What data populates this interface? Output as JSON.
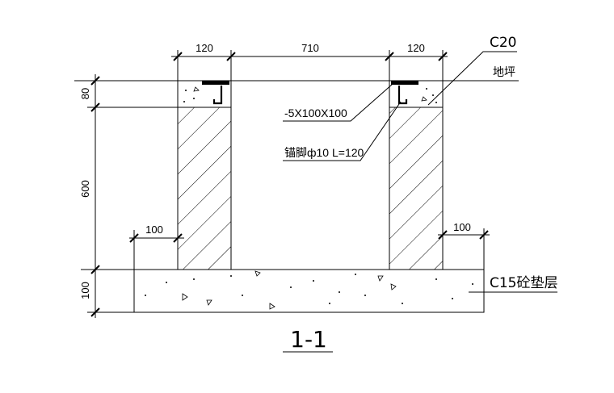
{
  "dimensions": {
    "top_left_width": "120",
    "top_middle_width": "710",
    "top_right_width": "120",
    "left_height_top": "80",
    "left_height_wall": "600",
    "left_height_base": "100",
    "left_offset": "100",
    "right_offset": "100"
  },
  "labels": {
    "concrete_top": "C20",
    "floor": "地坪",
    "plate": "-5X100X100",
    "anchor": "锚脚ф10 L=120",
    "base_layer": "C15砼垫层"
  },
  "section_title": "1-1"
}
